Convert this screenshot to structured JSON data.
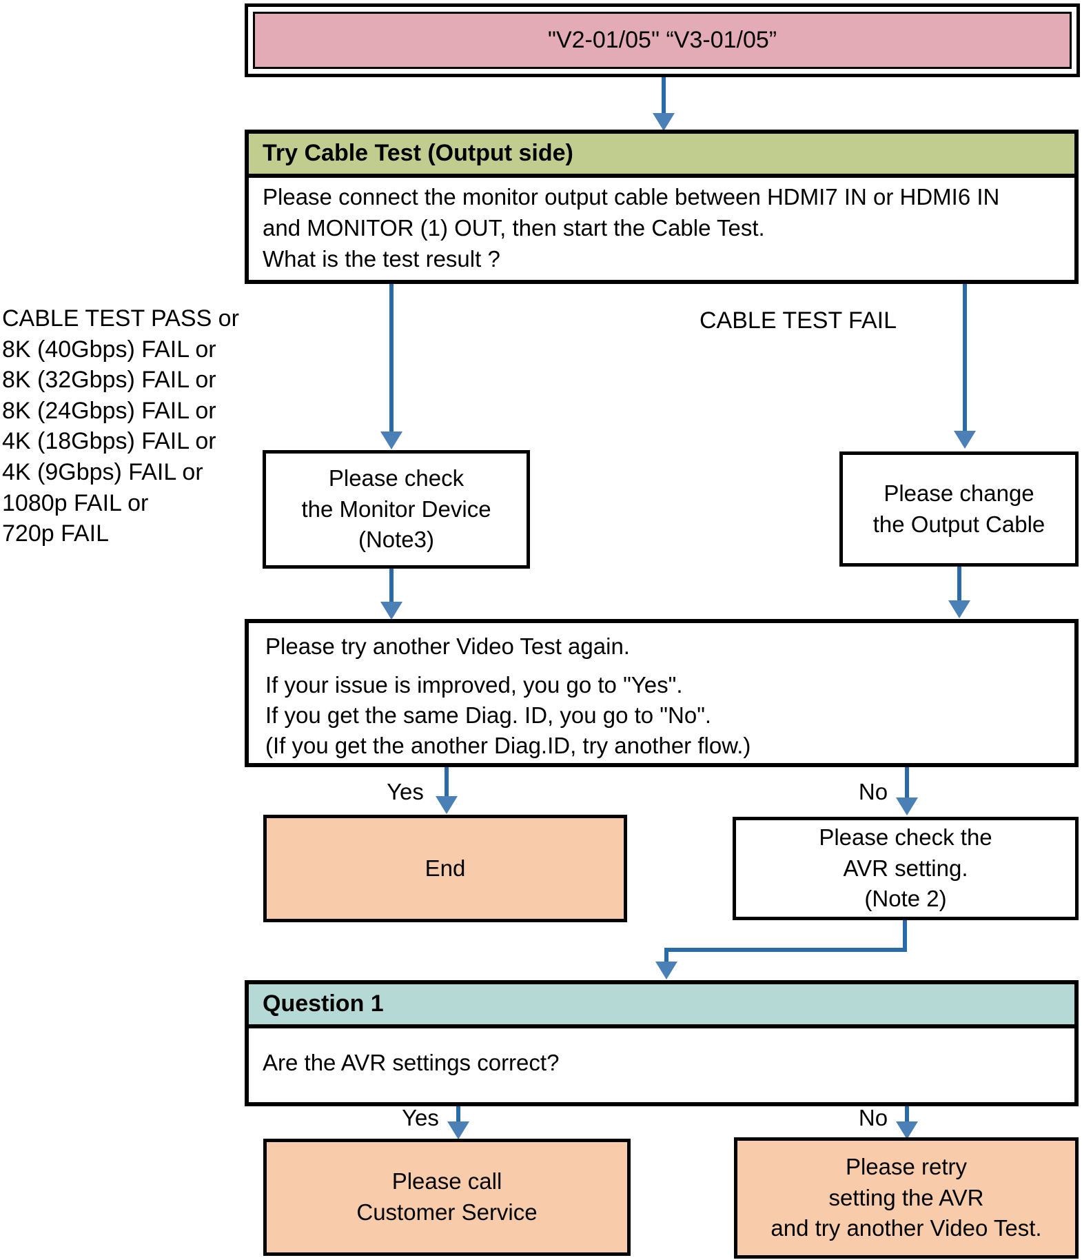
{
  "labels": {
    "yes": "Yes",
    "no": "No"
  },
  "title_box": "\"V2-01/05\" “V3-01/05”",
  "cable_test": {
    "header": "Try Cable Test (Output side)",
    "line1": "Please connect the monitor output cable between HDMI7 IN or HDMI6 IN",
    "line2": "and MONITOR (1) OUT, then start the Cable Test.",
    "line3": "What is the test result ?"
  },
  "pass_branch_label": {
    "line1": "CABLE TEST PASS or",
    "line2": "8K (40Gbps) FAIL or",
    "line3": "8K (32Gbps) FAIL or",
    "line4": "8K (24Gbps) FAIL or",
    "line5": "4K (18Gbps) FAIL or",
    "line6": "4K (9Gbps) FAIL or",
    "line7": "1080p FAIL or",
    "line8": "720p FAIL"
  },
  "fail_branch_label": "CABLE TEST FAIL",
  "check_monitor_box": {
    "line1": "Please check",
    "line2": "the Monitor Device",
    "line3": "(Note3)"
  },
  "change_cable_box": {
    "line1": "Please change",
    "line2": "the Output Cable"
  },
  "video_test_box": {
    "line1": "Please try another Video Test again.",
    "line2": "If your issue is improved, you go to \"Yes\".",
    "line3": "If you get the same Diag. ID, you go to \"No\".",
    "line4": "(If you get the another Diag.ID, try another flow.)"
  },
  "end_box": "End",
  "avr_check_box": {
    "line1": "Please check the",
    "line2": "AVR setting.",
    "line3": "(Note 2)"
  },
  "question1": {
    "header": "Question 1",
    "body": "Are the AVR settings correct?"
  },
  "call_service_box": {
    "line1": "Please call",
    "line2": "Customer Service"
  },
  "retry_box": {
    "line1": "Please retry",
    "line2": "setting the AVR",
    "line3": "and try another Video Test."
  },
  "colors": {
    "title_fill": "#e3abb6",
    "header_green": "#c1cd8f",
    "header_teal": "#b5d9d4",
    "terminal_orange": "#f8ccab",
    "connector_blue": "#2a6aa8",
    "arrowhead_blue": "#4a80b5"
  }
}
